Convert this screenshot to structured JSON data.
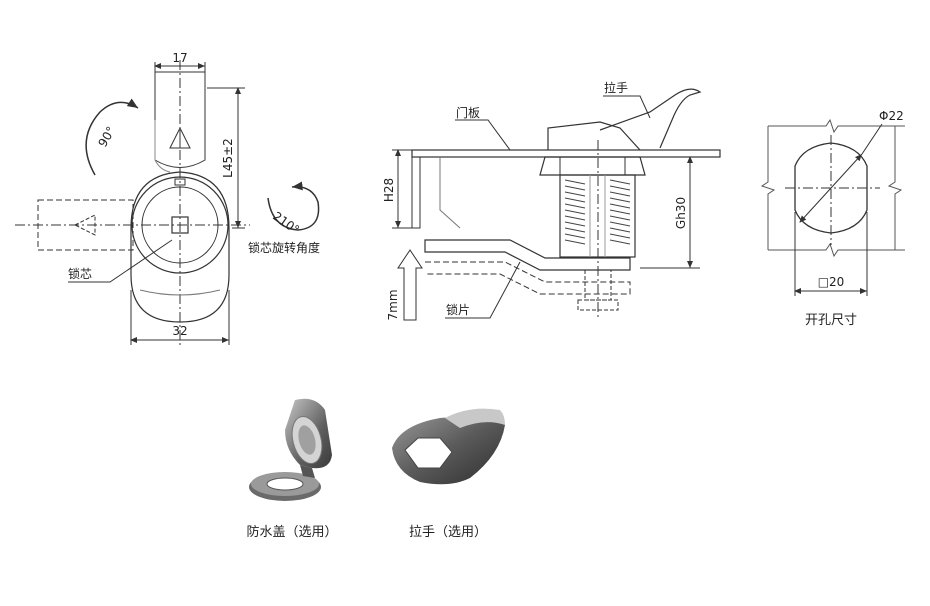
{
  "front_view": {
    "width_top": "17",
    "width_bottom": "32",
    "length": "L45±2",
    "rotation_small": "90°",
    "rotation_large": "210°",
    "rotation_label": "锁芯旋转角度",
    "core_label": "锁芯"
  },
  "side_view": {
    "door_panel_label": "门板",
    "handle_label": "拉手",
    "latch_label": "锁片",
    "h_dim": "H28",
    "thread_dim": "Gh30",
    "travel_dim": "7mm"
  },
  "cutout_view": {
    "diameter": "Φ22",
    "square": "□20",
    "label": "开孔尺寸"
  },
  "accessories": {
    "cover_label": "防水盖（选用）",
    "handle_label": "拉手（选用）"
  },
  "colors": {
    "line": "#333333",
    "shade": "#6e6e6e",
    "shade_light": "#b8b8b8"
  }
}
